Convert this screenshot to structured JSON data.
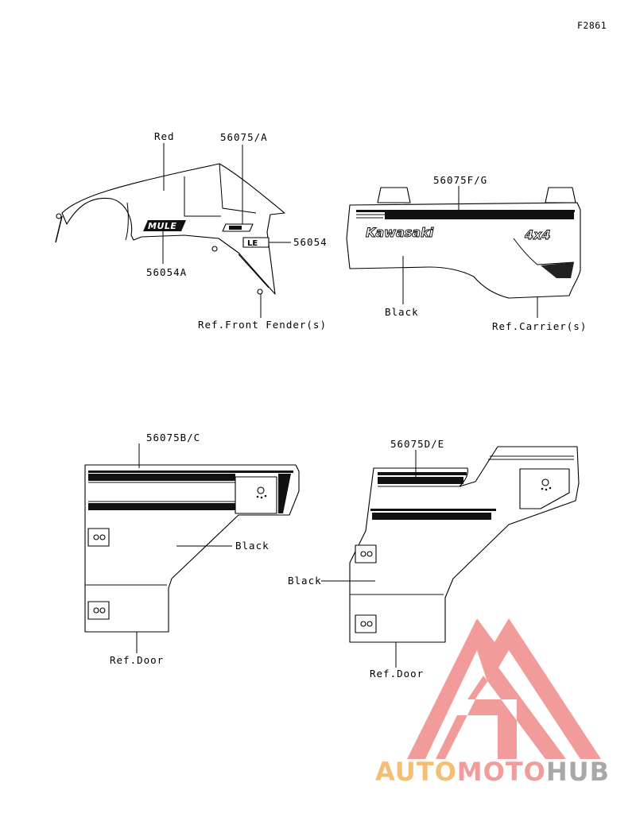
{
  "figure_id": "F2861",
  "labels": {
    "red": "Red",
    "p56075_a": "56075/A",
    "p56054": "56054",
    "p56054a": "56054A",
    "ref_front_fender": "Ref.Front Fender(s)",
    "p56075f_g": "56075F/G",
    "black_carrier": "Black",
    "ref_carrier": "Ref.Carrier(s)",
    "p56075b_c": "56075B/C",
    "black_door_left": "Black",
    "ref_door_left": "Ref.Door",
    "p56075d_e": "56075D/E",
    "black_door_right": "Black",
    "ref_door_right": "Ref.Door"
  },
  "decal_text": {
    "kawasaki": "Kawasaki",
    "four_by_four": "4x4",
    "mule": "MULE",
    "le": "LE"
  },
  "watermark": {
    "auto": "AUTO",
    "moto": "MOTO",
    "hub": "HUB"
  },
  "colors": {
    "watermark_red": "#f08a8a",
    "watermark_orange": "#f5b35a",
    "watermark_grey": "#9a9a9a"
  }
}
